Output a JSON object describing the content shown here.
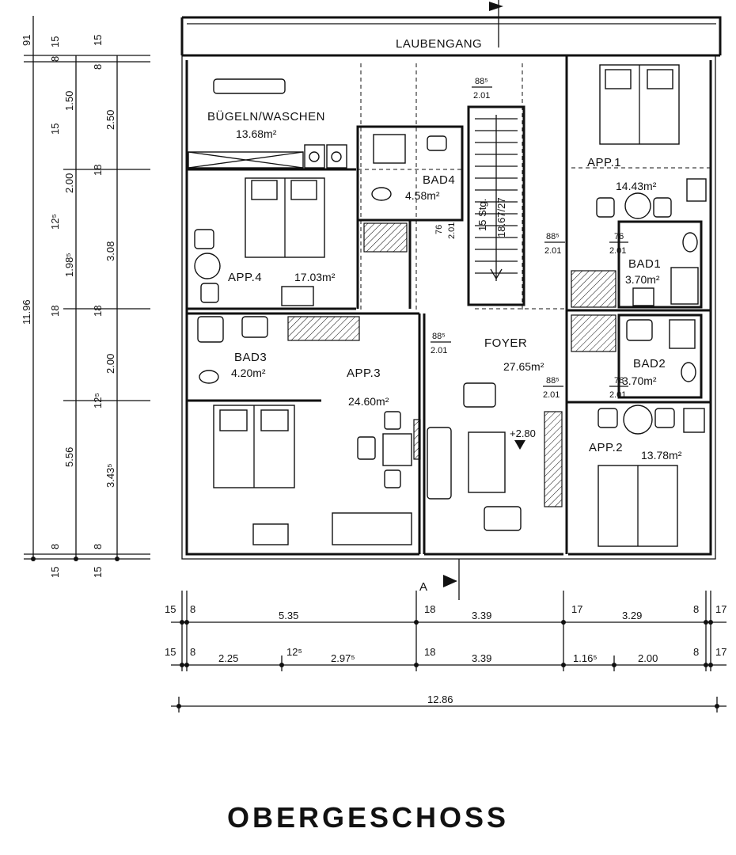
{
  "title": "OBERGESCHOSS",
  "rooms": {
    "laubengang": "LAUBENGANG",
    "buegeln": {
      "name": "BÜGELN/WASCHEN",
      "area": "13.68m²"
    },
    "app4": {
      "name": "APP.4",
      "area": "17.03m²"
    },
    "bad4": {
      "name": "BAD4",
      "area": "4.58m²"
    },
    "app1": {
      "name": "APP.1",
      "area": "14.43m²"
    },
    "bad1": {
      "name": "BAD1",
      "area": "3.70m²"
    },
    "bad3": {
      "name": "BAD3",
      "area": "4.20m²"
    },
    "app3": {
      "name": "APP.3",
      "area": "24.60m²"
    },
    "foyer": {
      "name": "FOYER",
      "area": "27.65m²"
    },
    "bad2": {
      "name": "BAD2",
      "area": "3.70m²"
    },
    "app2": {
      "name": "APP.2",
      "area": "13.78m²"
    }
  },
  "stair": {
    "steps": "15 Stg.",
    "rise": "18.67/27"
  },
  "level": "+2.80",
  "section": "A",
  "doors": [
    {
      "w": "88⁵",
      "h": "2.01"
    },
    {
      "w": "76",
      "h": "2.01"
    },
    {
      "w": "88⁵",
      "h": "2.01"
    },
    {
      "w": "76",
      "h": "2.01"
    },
    {
      "w": "88⁵",
      "h": "2.01"
    },
    {
      "w": "88⁵",
      "h": "2.01"
    },
    {
      "w": "76",
      "h": "2.01"
    }
  ],
  "dims_left_outer": [
    "91",
    "8",
    "15",
    "12⁵",
    "1.98⁵",
    "18",
    "11.96",
    "5.56",
    "8",
    "15"
  ],
  "dims_left_inner": [
    "15",
    "8",
    "2.50",
    "18",
    "3.08",
    "18",
    "2.00",
    "12⁵",
    "3.43⁵",
    "8",
    "15",
    "1.50",
    "2.00",
    "15"
  ],
  "dims_bottom_row1": [
    "15",
    "8",
    "5.35",
    "18",
    "3.39",
    "17",
    "3.29",
    "8",
    "17"
  ],
  "dims_bottom_row2": [
    "15",
    "8",
    "2.25",
    "12⁵",
    "2.97⁵",
    "18",
    "3.39",
    "1.16⁵",
    "2.00",
    "8",
    "17"
  ],
  "dims_bottom_total": "12.86"
}
